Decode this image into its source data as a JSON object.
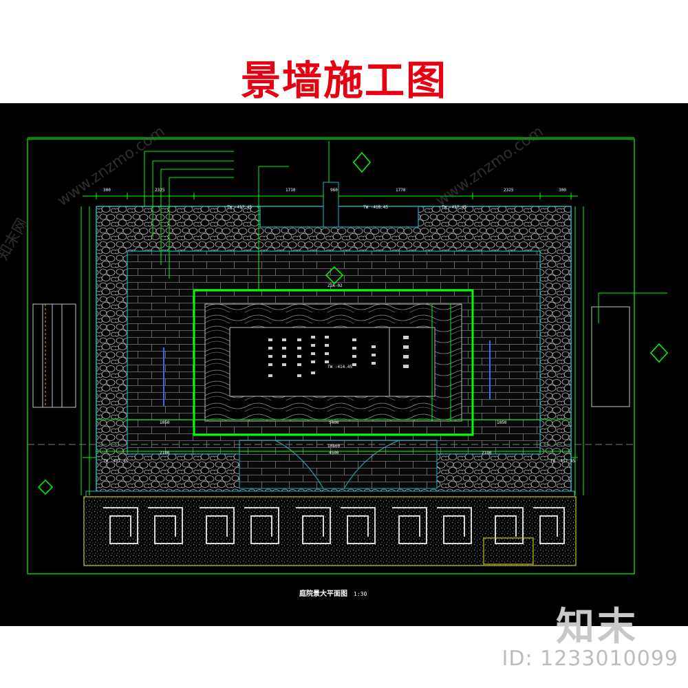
{
  "title": "景墙施工图",
  "drawing": {
    "caption": "庭院景大平面图",
    "scale": "1:30",
    "dims": {
      "top_300a": "300",
      "top_2325a": "2325",
      "top_1710": "1710",
      "top_960": "960",
      "top_1770": "1770",
      "top_2325b": "2325",
      "top_300b": "300",
      "center_5400": "5400",
      "center_1050a": "1050",
      "center_1050b": "1050",
      "bottom_4500": "4500",
      "bottom_2100a": "2100",
      "bottom_2100b": "2100",
      "bottom_10800": "10800"
    },
    "elevations": {
      "el_1": "TW -417.45",
      "el_2": "TW -418.45",
      "el_3": "TW -417.45",
      "el_4": "TW -417.45",
      "el_5": "TW -417.45",
      "el_6": "TW -414.45"
    },
    "callouts": {
      "detail": "ZJA-02"
    }
  },
  "watermark": {
    "brand": "知末",
    "id_text": "ID: 1233010099",
    "site": "www.znzmo.com",
    "side_text": "知末网"
  },
  "colors": {
    "title_red": "#e60012",
    "cad_bg": "#000000",
    "dim_green": "#00ff00",
    "wall_cyan": "#1fb5c9",
    "paving_grey": "#9a9a9a"
  }
}
